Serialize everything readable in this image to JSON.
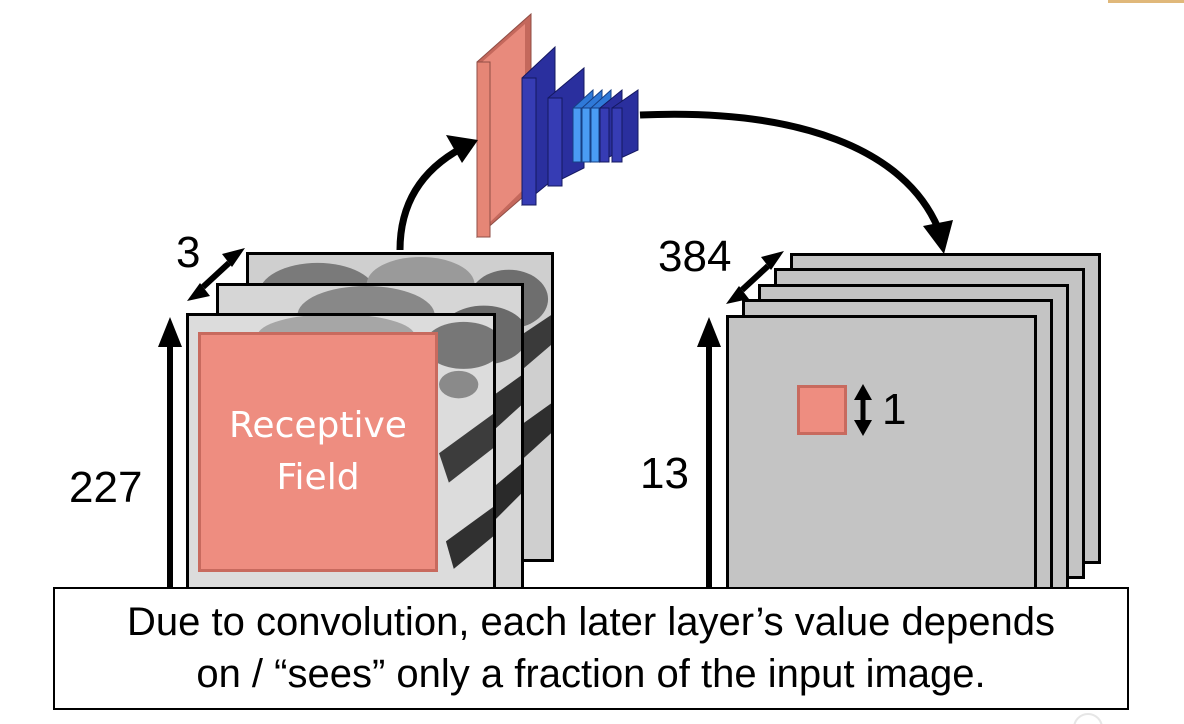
{
  "input_volume": {
    "depth": "3",
    "height": "227",
    "receptive_field": {
      "line1": "Receptive",
      "line2": "Field"
    }
  },
  "output_volume": {
    "depth": "384",
    "height": "13",
    "patch_size": "1"
  },
  "caption": {
    "line1": "Due to convolution, each later layer’s value depends",
    "line2": "on / “sees” only a fraction of the input image."
  },
  "colors": {
    "receptive_field": "#ee8d80",
    "cnn_first_layer": "#e88a7c",
    "cnn_mid_layers": "#2a2f9e",
    "cnn_small_layers": "#3f8ff0",
    "feature_map": "#c4c4c4"
  }
}
